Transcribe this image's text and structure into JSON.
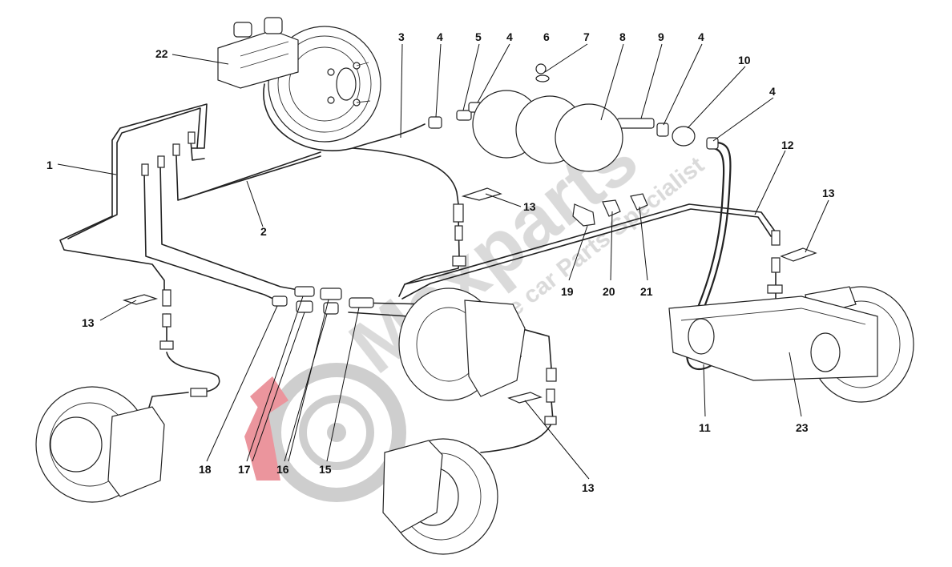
{
  "callouts": [
    {
      "id": "c1",
      "label": "1"
    },
    {
      "id": "c2",
      "label": "2"
    },
    {
      "id": "c3",
      "label": "3"
    },
    {
      "id": "c4a",
      "label": "4"
    },
    {
      "id": "c5",
      "label": "5"
    },
    {
      "id": "c4b",
      "label": "4"
    },
    {
      "id": "c6",
      "label": "6"
    },
    {
      "id": "c7",
      "label": "7"
    },
    {
      "id": "c8",
      "label": "8"
    },
    {
      "id": "c9",
      "label": "9"
    },
    {
      "id": "c4c",
      "label": "4"
    },
    {
      "id": "c10",
      "label": "10"
    },
    {
      "id": "c4d",
      "label": "4"
    },
    {
      "id": "c22",
      "label": "22"
    },
    {
      "id": "c12",
      "label": "12"
    },
    {
      "id": "c13a",
      "label": "13"
    },
    {
      "id": "c13b",
      "label": "13"
    },
    {
      "id": "c13c",
      "label": "13"
    },
    {
      "id": "c13d",
      "label": "13"
    },
    {
      "id": "c19",
      "label": "19"
    },
    {
      "id": "c20",
      "label": "20"
    },
    {
      "id": "c21",
      "label": "21"
    },
    {
      "id": "c11",
      "label": "11"
    },
    {
      "id": "c23",
      "label": "23"
    },
    {
      "id": "c18",
      "label": "18"
    },
    {
      "id": "c17",
      "label": "17"
    },
    {
      "id": "c16",
      "label": "16"
    },
    {
      "id": "c15",
      "label": "15"
    }
  ],
  "watermark": {
    "brand": "Maxparts",
    "tagline": "Exclusive car Parts Specialist",
    "colors": {
      "logo_red": "#e98a92",
      "logo_gray": "#c9c9c9"
    }
  }
}
